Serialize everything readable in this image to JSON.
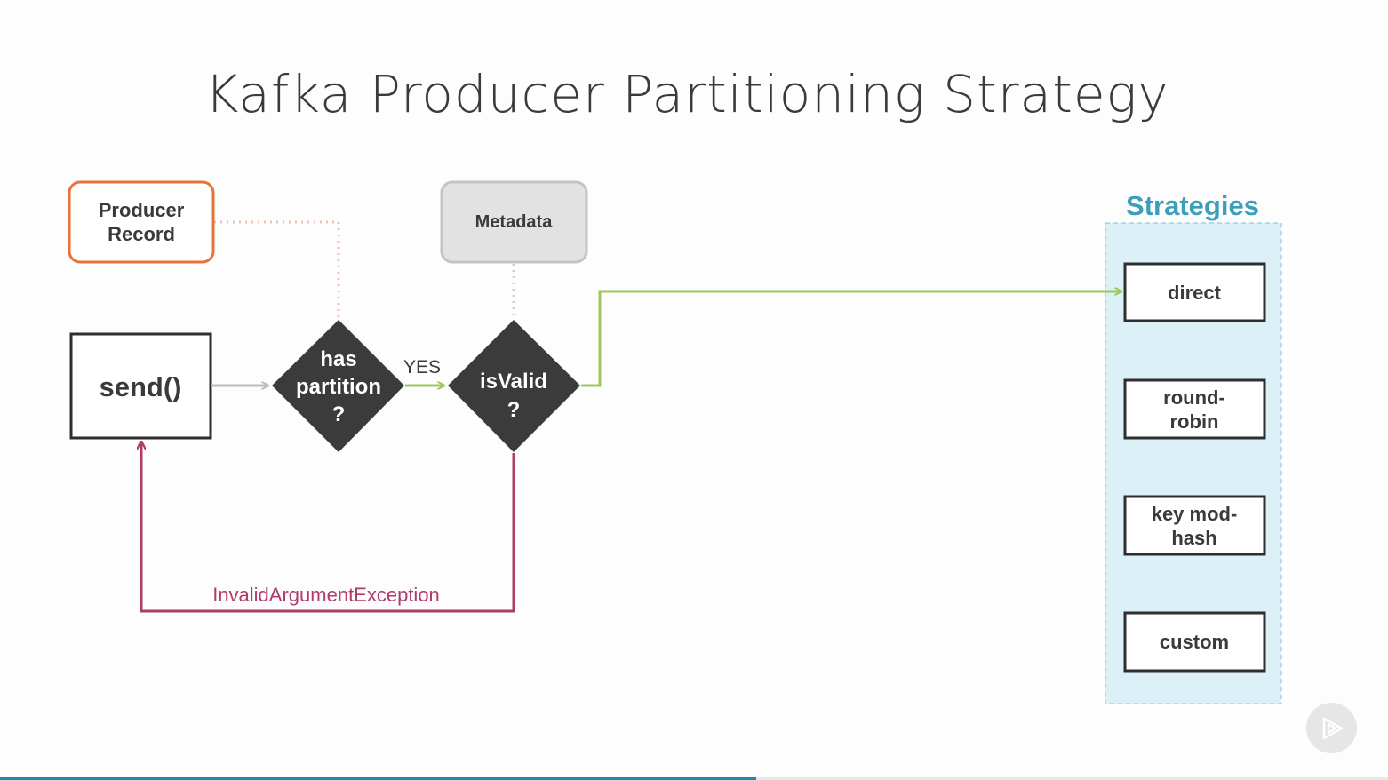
{
  "title": "Kafka Producer Partitioning Strategy",
  "nodes": {
    "producer_record": [
      "Producer",
      "Record"
    ],
    "metadata": "Metadata",
    "send": "send()",
    "has_partition": [
      "has",
      "partition",
      "?"
    ],
    "is_valid": [
      "isValid",
      "?"
    ]
  },
  "edge_labels": {
    "yes": "YES",
    "exception": "InvalidArgumentException"
  },
  "strategies": {
    "title": "Strategies",
    "items": [
      [
        "direct"
      ],
      [
        "round-",
        "robin"
      ],
      [
        "key mod-",
        "hash"
      ],
      [
        "custom"
      ]
    ]
  },
  "player": {
    "progress": 0.545,
    "play_icon": "play-icon"
  },
  "colors": {
    "producer_border": "#e8733a",
    "metadata_fill": "#e2e2e2",
    "diamond_fill": "#3b3b3b",
    "green_arrow": "#9bc95a",
    "exception_arrow": "#b03a6a",
    "strategies_panel": "#dcf0f7",
    "strategies_title": "#3a9fbb",
    "progress": "#1a8bab"
  }
}
